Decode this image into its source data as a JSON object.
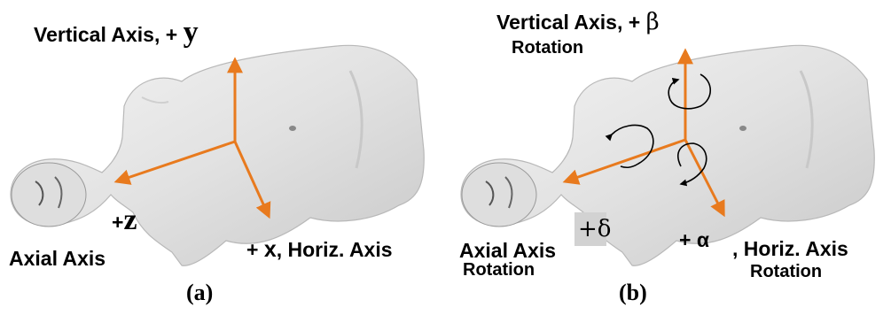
{
  "panel_a": {
    "vertical_label": "Vertical Axis, +",
    "vertical_symbol": "y",
    "axial_symbol_plus": "+",
    "axial_symbol": "z",
    "axial_label": "Axial Axis",
    "horizontal_prefix": "+",
    "horizontal_symbol": "x",
    "horizontal_label": ", Horiz. Axis",
    "caption": "(a)"
  },
  "panel_b": {
    "vertical_label": "Vertical Axis, +",
    "vertical_symbol": "β",
    "vertical_rotation": "Rotation",
    "axial_symbol": "+δ",
    "axial_label": "Axial Axis",
    "axial_rotation": "Rotation",
    "horizontal_symbol": "+ α",
    "horizontal_label": ", Horiz. Axis",
    "horizontal_rotation": "Rotation",
    "caption": "(b)"
  },
  "colors": {
    "axis": "#e87a1e",
    "text": "#000000"
  }
}
